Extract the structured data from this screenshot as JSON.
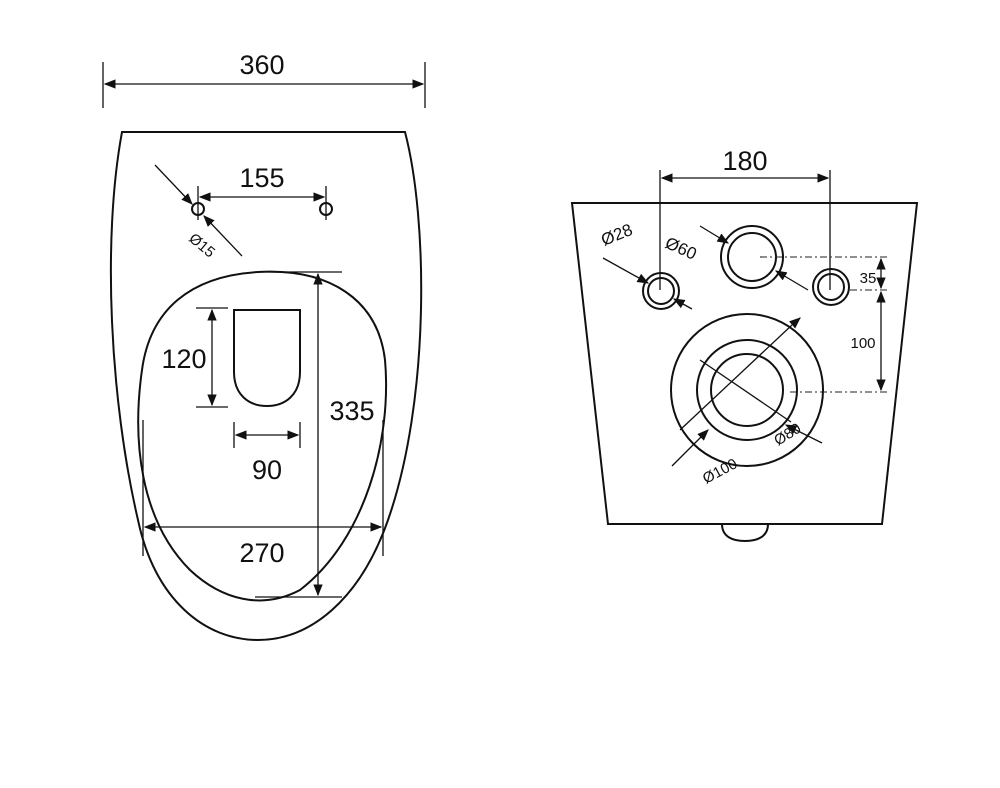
{
  "front_view": {
    "width_label": "360",
    "hole_spacing_label": "155",
    "hole_diameter_label": "Ø15",
    "opening_height_label": "120",
    "opening_width_label": "90",
    "bowl_length_label": "335",
    "bowl_width_label": "270"
  },
  "back_view": {
    "bolt_spacing_label": "180",
    "bolt_hole_diameter_label": "Ø28",
    "inlet_diameter_label": "Ø60",
    "inlet_offset_label": "35",
    "outlet_offset_label": "100",
    "outlet_inner_diameter_label": "Ø80",
    "outlet_outer_diameter_label": "Ø100"
  }
}
